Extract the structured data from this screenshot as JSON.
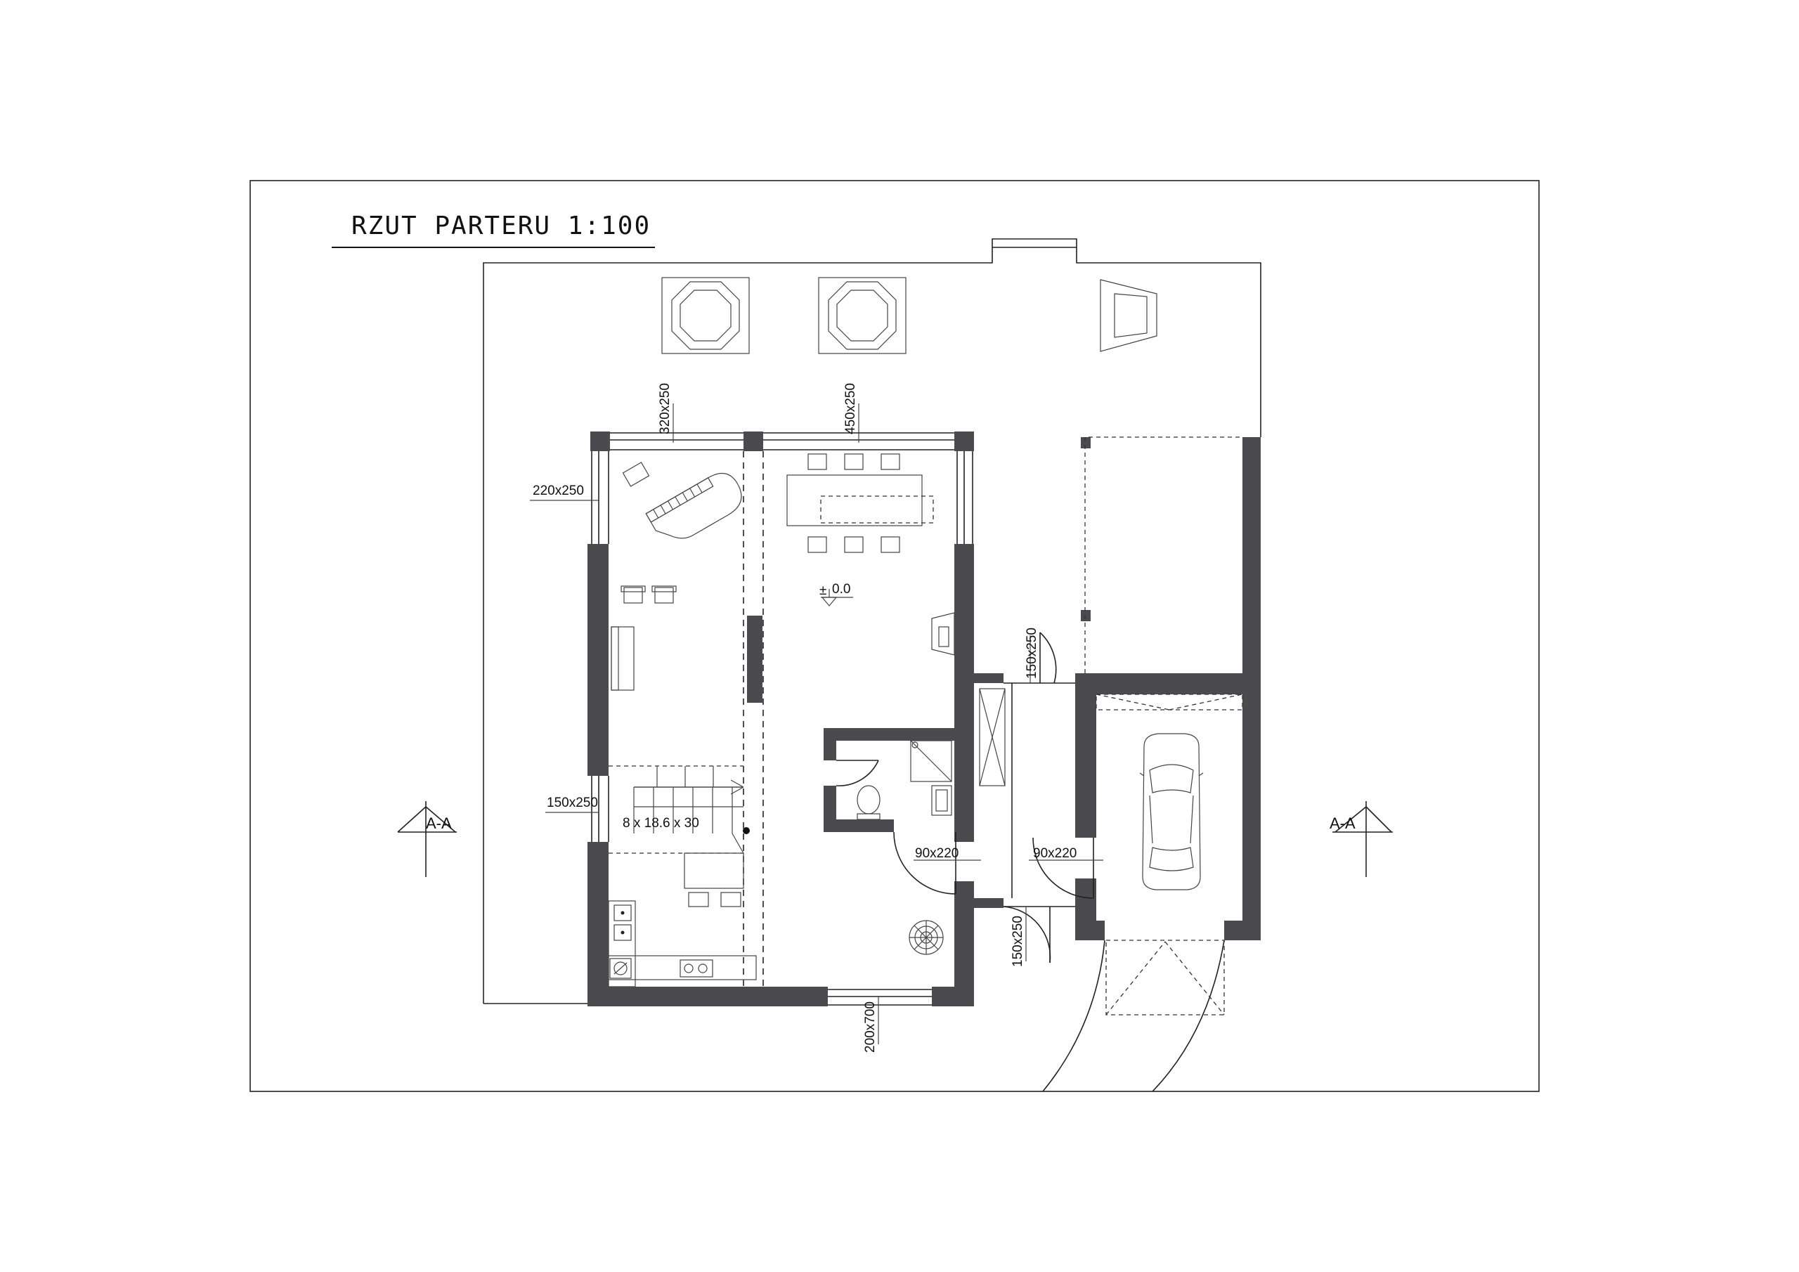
{
  "title": "RZUT PARTERU 1:100",
  "section_mark": "A-A",
  "level_mark": "0.0",
  "level_symbol": "±",
  "stair_label": "8 x 18.6 x 30",
  "openings": {
    "window_north_left": "320x250",
    "window_north_right": "450x250",
    "window_west_top": "220x250",
    "window_west_mid": "150x250",
    "door_bath": "90x220",
    "door_garage": "90x220",
    "door_hall_north": "150x250",
    "door_hall_south": "150x250",
    "window_south": "200x700"
  },
  "icons": [
    "grand-piano-icon",
    "armchair-icon",
    "dining-table-icon",
    "toilet-icon",
    "shower-icon",
    "sink-icon",
    "stove-icon",
    "car-icon",
    "plant-icon",
    "fireplace-icon",
    "octagon-planter-icon",
    "garden-lamp-icon"
  ]
}
